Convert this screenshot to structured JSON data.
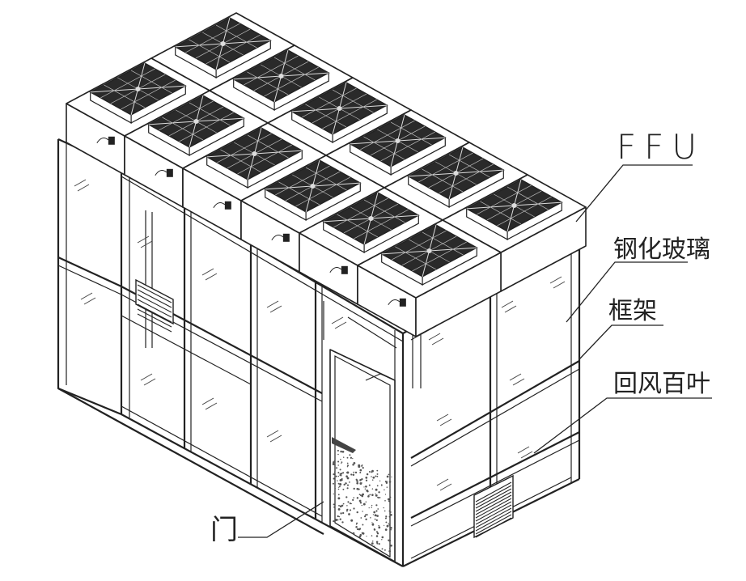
{
  "labels": {
    "ffu": "FFU",
    "tempered_glass": "钢化玻璃",
    "frame": "框架",
    "return_air_louver": "回风百叶",
    "door": "门"
  },
  "colors": {
    "line": "#222222",
    "ffu_box": "#ffffff",
    "fan_grille": "#2a2a2a",
    "door_floor_speckle": "#555555"
  },
  "icons": {
    "ffu_unit": "ffu-fan-grille-icon",
    "louver": "louver-vent-icon",
    "door_handle": "door-handle-icon",
    "glass_hatch": "glass-reflection-icon"
  },
  "counts": {
    "ffu_columns": 6,
    "ffu_rows": 2
  }
}
